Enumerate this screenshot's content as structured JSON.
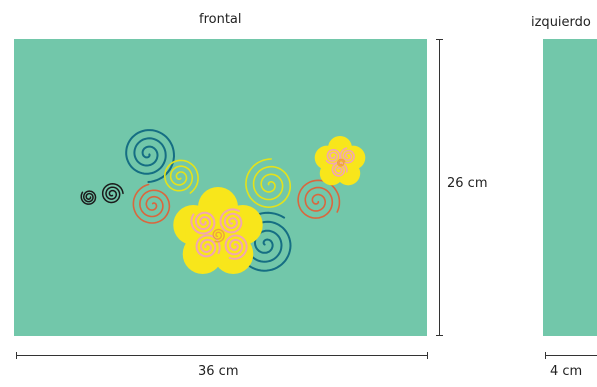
{
  "views": {
    "front": {
      "title": "frontal",
      "width_label": "36 cm",
      "height_label": "26 cm"
    },
    "left": {
      "title": "izquierdo",
      "width_label": "4 cm"
    }
  },
  "colors": {
    "background_panel": "#72c7aa",
    "teal_spiral": "#156e83",
    "yellow_spiral": "#e4e21a",
    "orange_spiral": "#d9673e",
    "flower_yellow": "#f8e61b",
    "flower_pink": "#f2a6b1",
    "flower_orange": "#efa33f",
    "black_spiral": "#1b1b1b"
  }
}
